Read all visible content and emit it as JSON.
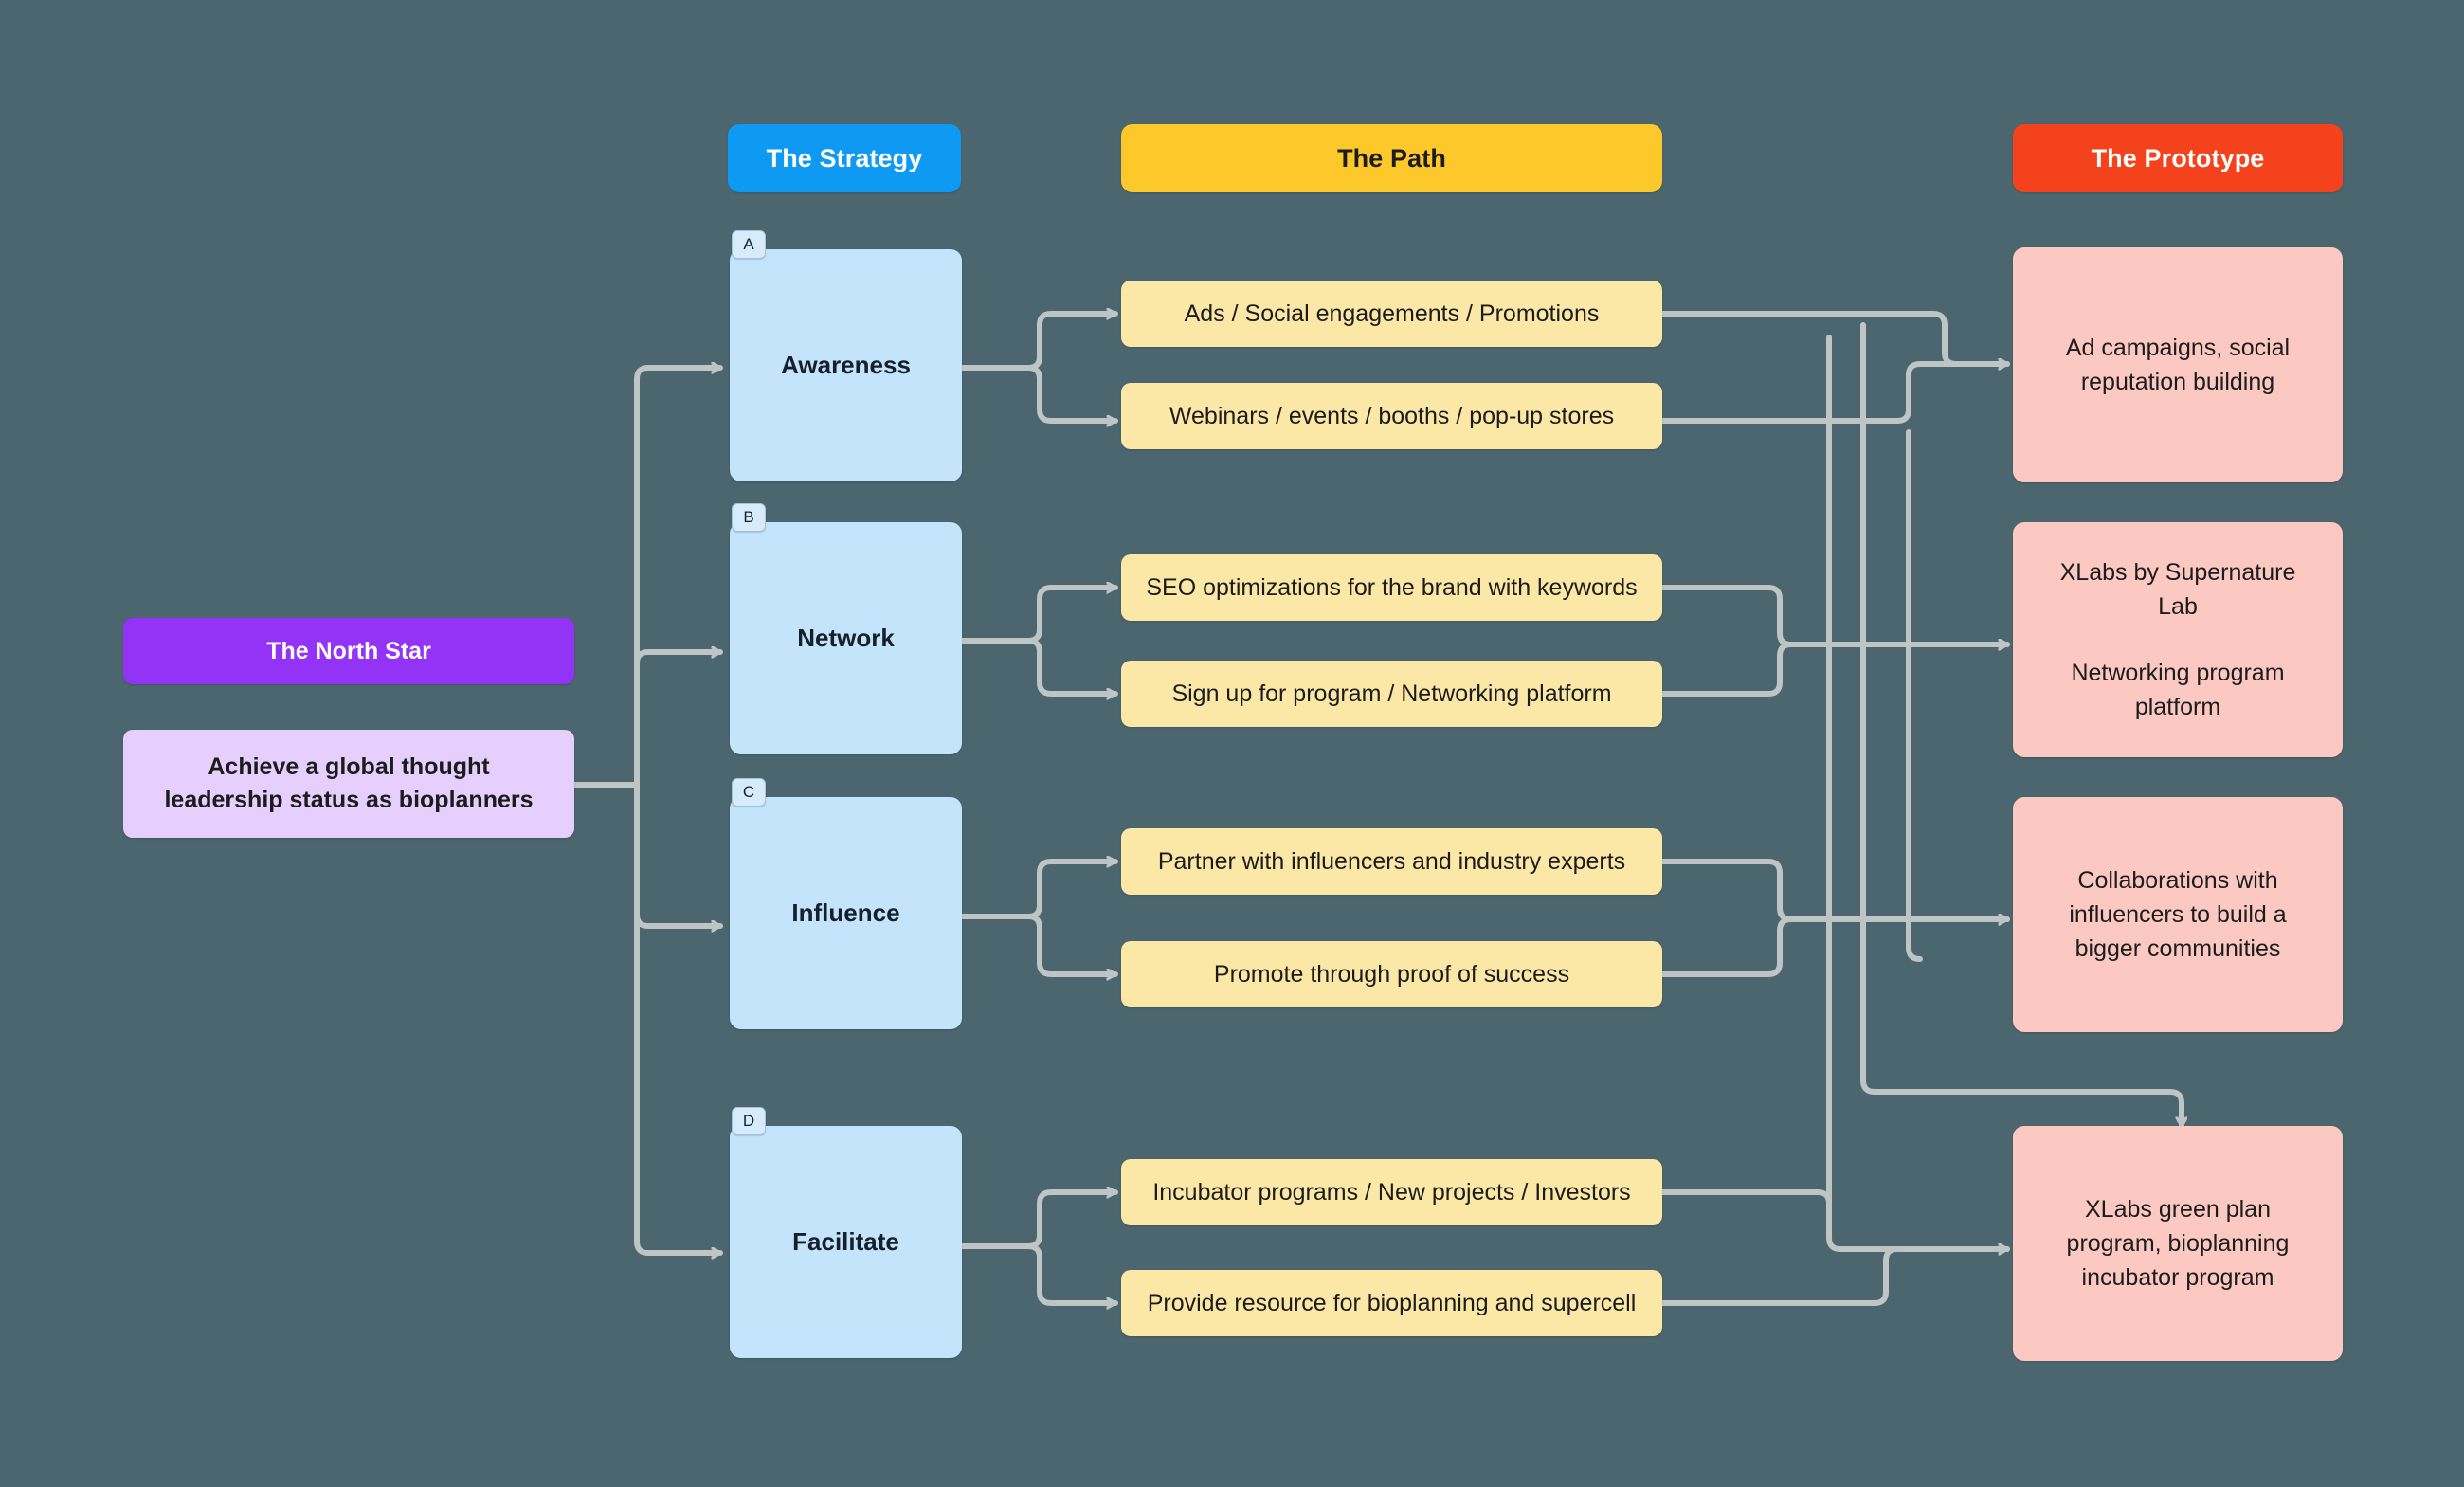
{
  "background_color": "#4c6670",
  "columns": [
    {
      "id": "strategy",
      "label": "The Strategy",
      "color": "#0e99f2",
      "text_color": "#ffffff"
    },
    {
      "id": "path",
      "label": "The Path",
      "color": "#fdc82a",
      "text_color": "#1c1c1c"
    },
    {
      "id": "prototype",
      "label": "The Prototype",
      "color": "#f4431c",
      "text_color": "#ffffff"
    }
  ],
  "north_star": {
    "title": "The North Star",
    "title_color": "#9333f5",
    "body": "Achieve a global thought leadership status as bioplanners",
    "body_color": "#e7cffd"
  },
  "strategy_cards": [
    {
      "badge": "A",
      "label": "Awareness"
    },
    {
      "badge": "B",
      "label": "Network"
    },
    {
      "badge": "C",
      "label": "Influence"
    },
    {
      "badge": "D",
      "label": "Facilitate"
    }
  ],
  "path_cards": [
    {
      "label": "Ads / Social engagements / Promotions"
    },
    {
      "label": "Webinars / events / booths / pop-up stores"
    },
    {
      "label": "SEO optimizations for the brand with keywords"
    },
    {
      "label": "Sign up for program / Networking platform"
    },
    {
      "label": "Partner with influencers and industry experts"
    },
    {
      "label": "Promote through proof of success"
    },
    {
      "label": "Incubator programs / New projects / Investors"
    },
    {
      "label": "Provide resource for bioplanning and supercell"
    }
  ],
  "prototype_cards": [
    {
      "lines": [
        "Ad campaigns, social reputation building"
      ]
    },
    {
      "lines": [
        "XLabs by Supernature Lab",
        "Networking program platform"
      ]
    },
    {
      "lines": [
        "Collaborations with influencers to build a bigger communities"
      ]
    },
    {
      "lines": [
        "XLabs green plan program, bioplanning incubator program"
      ]
    }
  ],
  "card_colors": {
    "strategy_card": "#c3e4fb",
    "path_card": "#fbe8a6",
    "prototype_card": "#fbc9c2",
    "badge": "#d6ebfb",
    "connector": "#bfc4c4"
  }
}
